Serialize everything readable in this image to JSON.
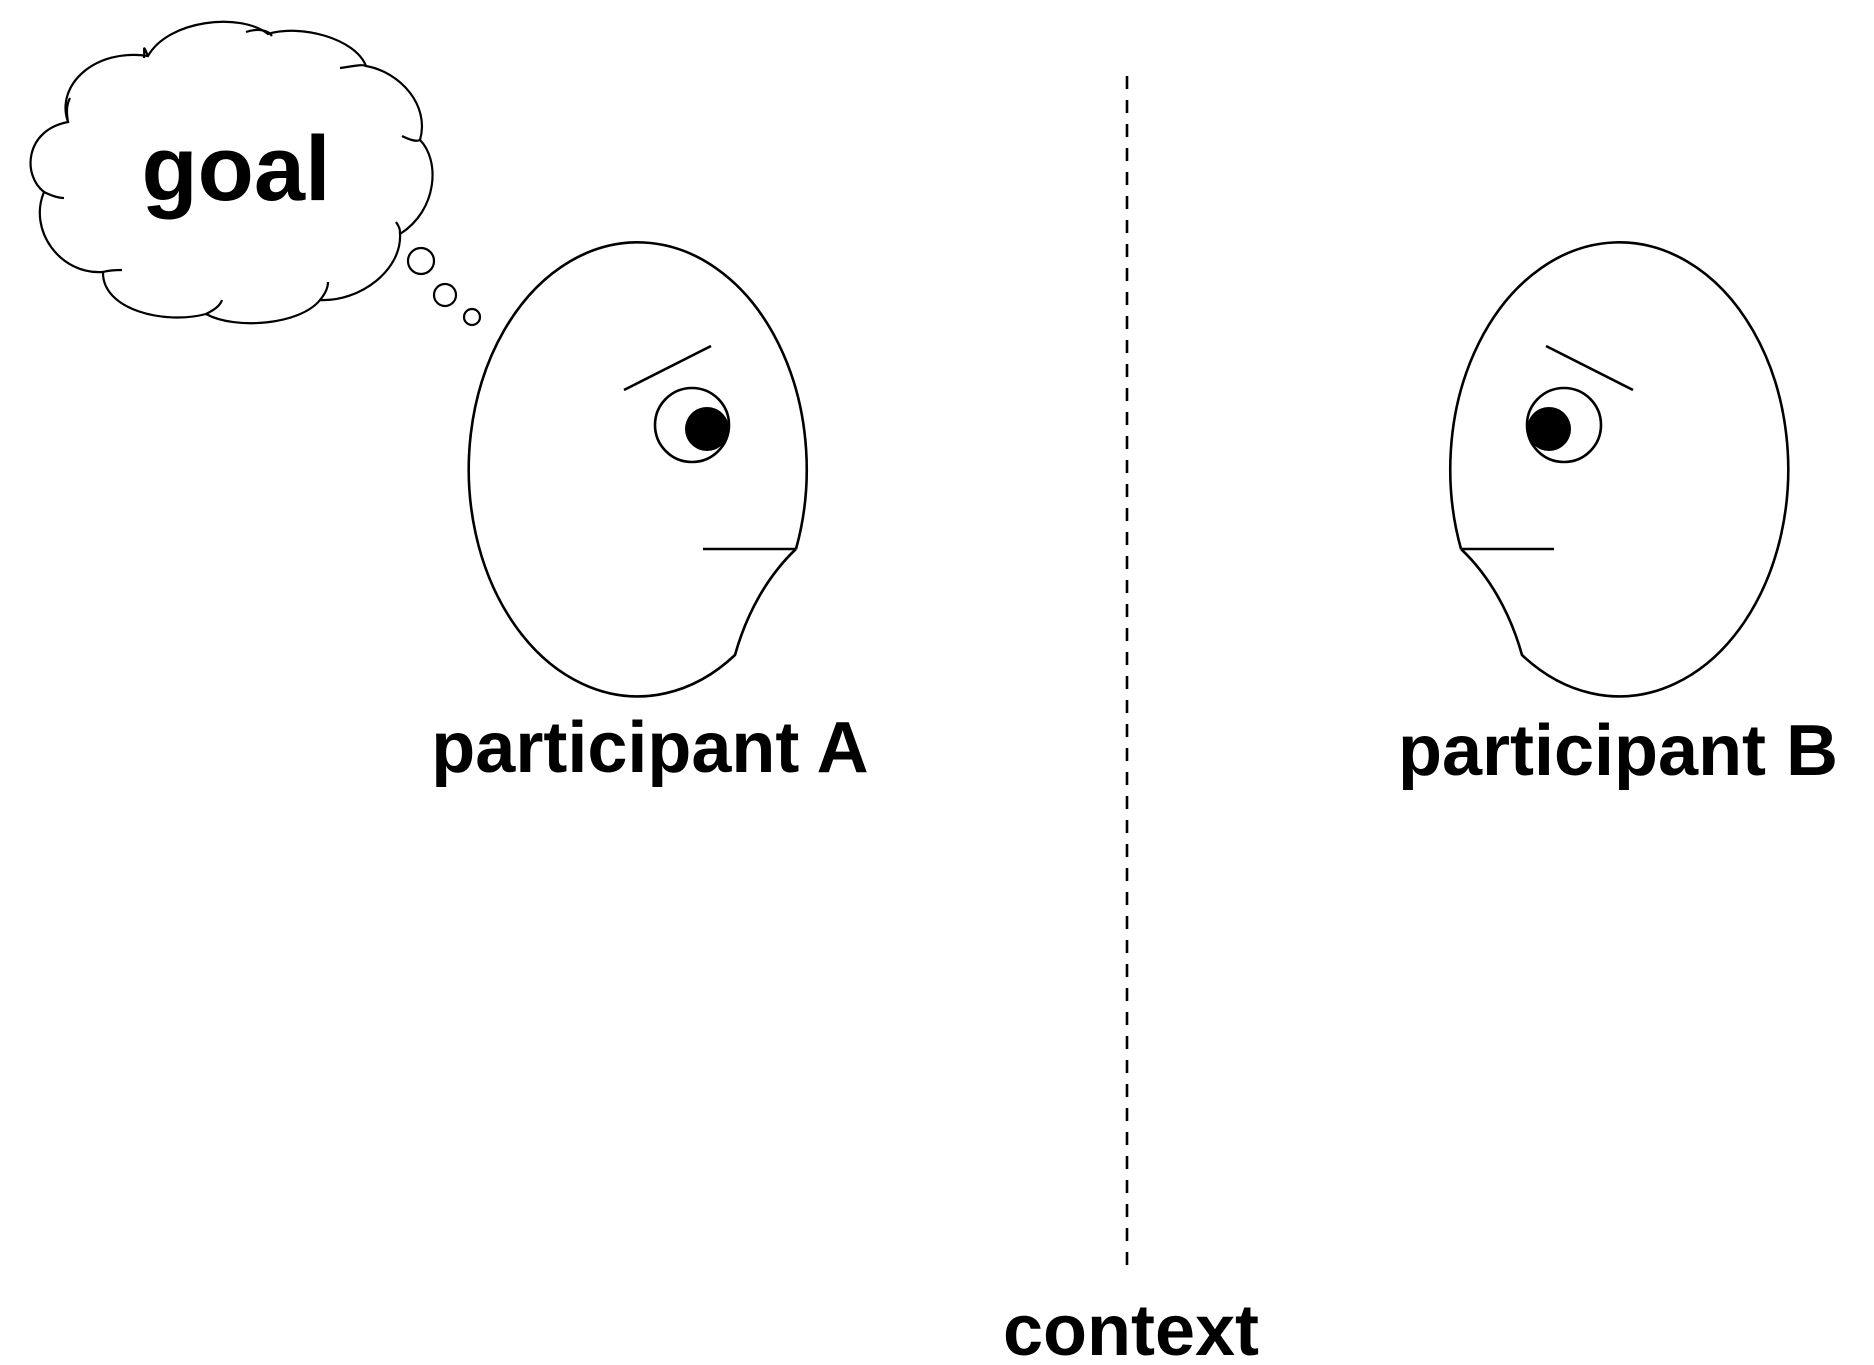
{
  "thought_bubble": {
    "text": "goal"
  },
  "participants": [
    {
      "label": "participant A"
    },
    {
      "label": "participant B"
    }
  ],
  "divider": {
    "label": "context",
    "style": "dashed"
  },
  "colors": {
    "line": "#000000",
    "background": "#ffffff"
  }
}
